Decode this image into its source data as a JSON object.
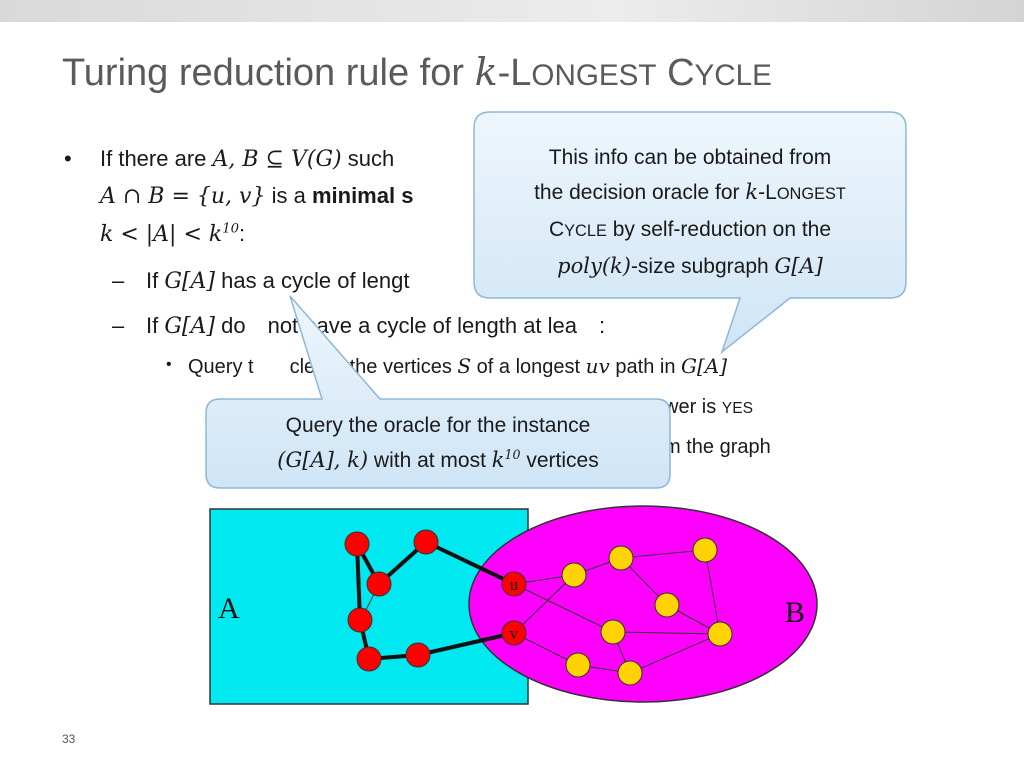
{
  "title": {
    "prefix": "Turing reduction rule for ",
    "var": "k",
    "dash": "-",
    "problem_L": "L",
    "problem_ongest": "ONGEST",
    "problem_C": "C",
    "problem_ycle": "YCLE"
  },
  "bullet1": {
    "marker": "•",
    "l1_a": "If there are ",
    "l1_math": "A, B ⊆ V(G)",
    "l1_b": " such",
    "l2_math": "A ∩ B = {u, v}",
    "l2_a": " is a ",
    "l2_bold": "minimal s",
    "l3_math": "k < |A| < k",
    "l3_sup": "10",
    "l3_end": ":"
  },
  "sub1": {
    "marker": "–",
    "a": "If ",
    "math": "G[A]",
    "b": " has a cycle of lengt"
  },
  "sub2": {
    "marker": "–",
    "a": "If ",
    "math": "G[A]",
    "b": " do",
    "c": "not have a cycle of length at lea",
    "d": ":"
  },
  "subsub1": {
    "marker": "•",
    "a": "Query t",
    "b": "cle for the vertices ",
    "m1": "S",
    "c": " of a longest ",
    "m2": "uv",
    "d": " path in ",
    "m3": "G[A]"
  },
  "subsub2": {
    "a": "wer is ",
    "b": "YES"
  },
  "subsub3": {
    "a": "m the graph"
  },
  "callout_top": {
    "l1": "This info can be obtained from",
    "l2_a": "the decision oracle for ",
    "l2_var": "k",
    "l2_dash": "-L",
    "l2_sc": "ONGEST",
    "l3_C": "C",
    "l3_sc": "YCLE",
    "l3_b": " by self-reduction on the",
    "l4_math": "poly(k)",
    "l4_b": "-size subgraph ",
    "l4_math2": "G[A]"
  },
  "callout_bottom": {
    "l1": "Query the oracle for the instance",
    "l2_math": "(G[A], k)",
    "l2_b": " with at most ",
    "l2_var": "k",
    "l2_sup": "10",
    "l2_c": " vertices"
  },
  "diagram": {
    "label_A": "A",
    "label_B": "B",
    "label_u": "u",
    "label_v": "v"
  },
  "colors": {
    "cyan": "#00e8f0",
    "magenta": "#ff00ff",
    "red_vertex": "#ff0000",
    "yellow_vertex": "#ffd200",
    "callout_fill": "#dceefa",
    "callout_stroke": "#8fb7d6"
  },
  "page_number": "33"
}
